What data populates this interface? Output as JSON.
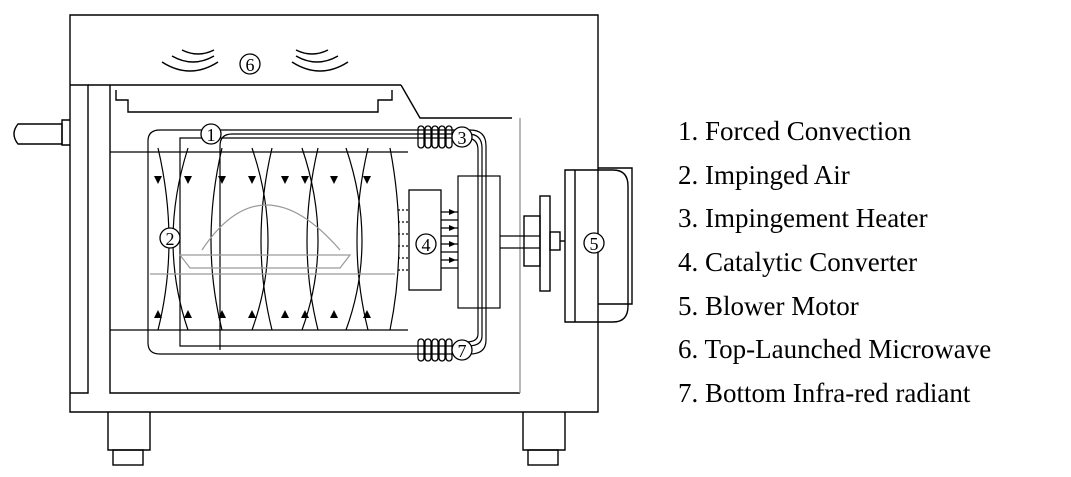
{
  "markers": {
    "m1": "1",
    "m2": "2",
    "m3": "3",
    "m4": "4",
    "m5": "5",
    "m6": "6",
    "m7": "7"
  },
  "legend": [
    "1. Forced Convection",
    "2. Impinged Air",
    "3. Impingement Heater",
    "4. Catalytic Converter",
    "5. Blower Motor",
    "6. Top-Launched Microwave",
    "7. Bottom Infra-red radiant"
  ],
  "colors": {
    "line": "#000000",
    "faint": "#9a9a9a",
    "background": "#ffffff"
  }
}
